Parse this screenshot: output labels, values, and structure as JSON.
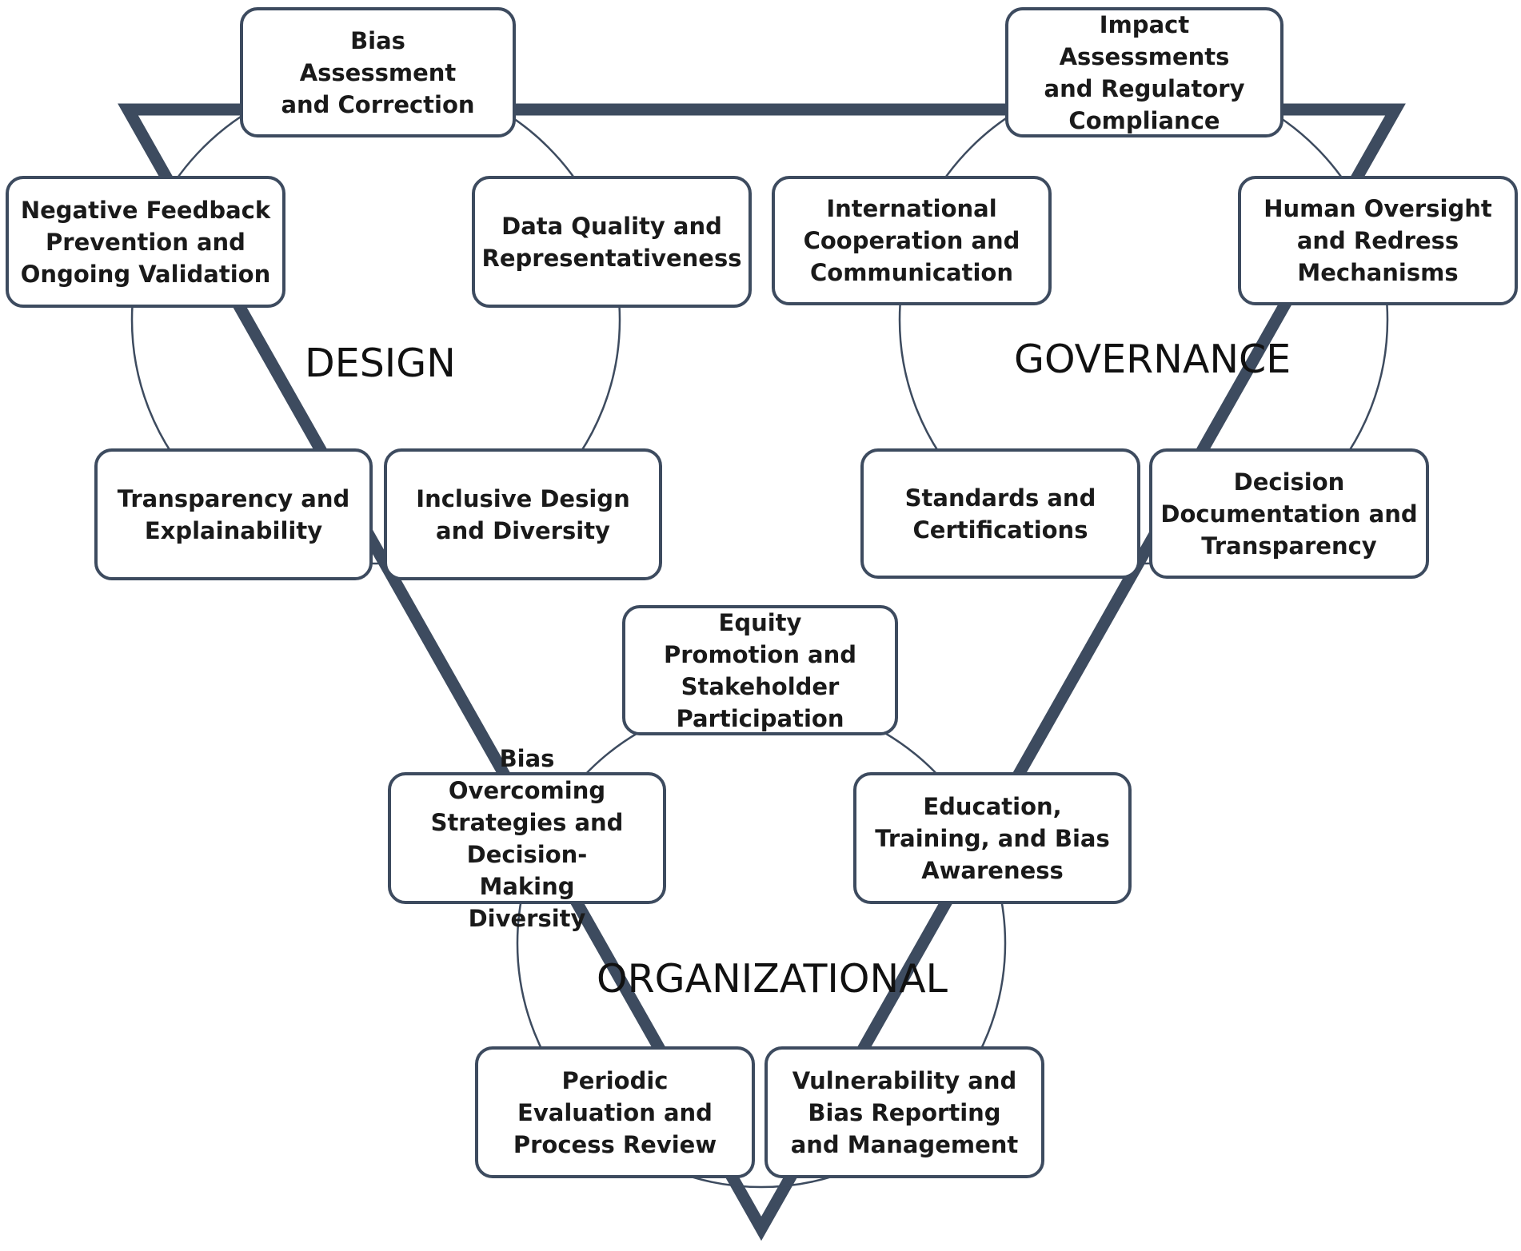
{
  "colors": {
    "triangle": "#3d4b5f",
    "arc": "#3d4b5f",
    "box_border": "#3d4b5f",
    "text": "#1a1a1a"
  },
  "clusters": {
    "design": {
      "label": "DESIGN",
      "items": {
        "bias_assessment": "Bias Assessment and Correction",
        "negative_feedback": "Negative Feedback Prevention and Ongoing Validation",
        "data_quality": "Data Quality and Representativeness",
        "transparency": "Transparency and Explainability",
        "inclusive_design": "Inclusive Design and Diversity"
      }
    },
    "governance": {
      "label": "GOVERNANCE",
      "items": {
        "impact_assessments": "Impact Assessments and Regulatory Compliance",
        "international_cooperation": "International Cooperation and Communication",
        "human_oversight": "Human Oversight and Redress Mechanisms",
        "standards": "Standards and Certifications",
        "decision_documentation": "Decision Documentation and Transparency"
      }
    },
    "organizational": {
      "label": "ORGANIZATIONAL",
      "items": {
        "equity_promotion": "Equity Promotion and Stakeholder Participation",
        "bias_overcoming": "Bias Overcoming Strategies and Decision-Making Diversity",
        "education": "Education, Training, and Bias Awareness",
        "periodic_evaluation": "Periodic Evaluation and Process Review",
        "vulnerability": "Vulnerability and Bias Reporting and Management"
      }
    }
  }
}
